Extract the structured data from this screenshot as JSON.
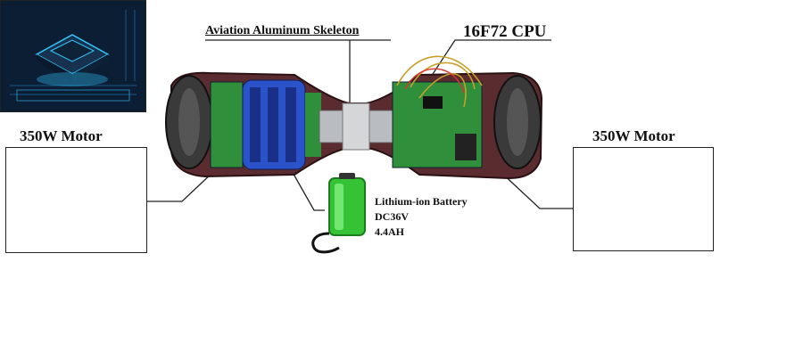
{
  "labels": {
    "skeleton": "Aviation Aluminum Skeleton",
    "cpu": "16F72 CPU",
    "motor_left": "350W Motor",
    "motor_right": "350W Motor",
    "battery_line1": "Lithium-ion Battery",
    "battery_line2": "DC36V",
    "battery_line3": "4.4AH"
  },
  "colors": {
    "board_green": "#2f8f3a",
    "battery_blue": "#2b53c9",
    "battery_green": "#35c235",
    "shell": "#5a2b2f",
    "tire": "#3a3a3a",
    "cpu_bg": "#0b1e33",
    "cpu_glow": "#33c7ff"
  }
}
